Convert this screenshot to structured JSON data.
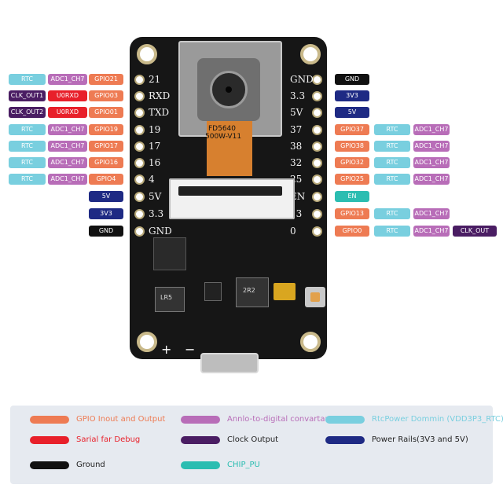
{
  "left_labels": [
    {
      "pin": "21",
      "tags": [
        "RTC",
        "ADC1_CH7",
        "GPIO21"
      ]
    },
    {
      "pin": "RXD",
      "tags": [
        "CLK_OUT1",
        "U0RXD",
        "GPIO03"
      ]
    },
    {
      "pin": "TXD",
      "tags": [
        "CLK_OUT2",
        "U0RXD",
        "GPIO01"
      ]
    },
    {
      "pin": "19",
      "tags": [
        "RTC",
        "ADC1_CH7",
        "GPIO19"
      ]
    },
    {
      "pin": "17",
      "tags": [
        "RTC",
        "ADC1_CH7",
        "GPIO17"
      ]
    },
    {
      "pin": "16",
      "tags": [
        "RTC",
        "ADC1_CH7",
        "GPIO16"
      ]
    },
    {
      "pin": "4",
      "tags": [
        "RTC",
        "ADC1_CH7",
        "GPIO4"
      ]
    },
    {
      "pin": "5V",
      "tags": [
        "5V"
      ]
    },
    {
      "pin": "3.3",
      "tags": [
        "3V3"
      ]
    },
    {
      "pin": "GND",
      "tags": [
        "GND"
      ]
    }
  ],
  "right_labels": [
    {
      "pin": "GND",
      "tags": [
        "GND"
      ]
    },
    {
      "pin": "3.3",
      "tags": [
        "3V3"
      ]
    },
    {
      "pin": "5V",
      "tags": [
        "5V"
      ]
    },
    {
      "pin": "37",
      "tags": [
        "GPIO37",
        "RTC",
        "ADC1_CH7"
      ]
    },
    {
      "pin": "38",
      "tags": [
        "GPIO38",
        "RTC",
        "ADC1_CH7"
      ]
    },
    {
      "pin": "32",
      "tags": [
        "GPIO32",
        "RTC",
        "ADC1_CH7"
      ]
    },
    {
      "pin": "25",
      "tags": [
        "GPIO25",
        "RTC",
        "ADC1_CH7"
      ]
    },
    {
      "pin": "EN",
      "tags": [
        "EN"
      ]
    },
    {
      "pin": "13",
      "tags": [
        "GPIO13",
        "RTC",
        "ADC1_CH7"
      ]
    },
    {
      "pin": "0",
      "tags": [
        "GPIO0",
        "RTC",
        "ADC1_CH7",
        "CLK_OUT"
      ]
    }
  ],
  "board": {
    "camera_marking_1": "FD5640",
    "camera_marking_2": "500W-V11",
    "plus_sign": "+",
    "minus_sign": "−",
    "chip_marking_1": "LR5",
    "chip_marking_2": "2R2"
  },
  "legend": [
    {
      "color": "#ee7b53",
      "text": "GPIO  Inout and Output",
      "text_color": "#ee7b53"
    },
    {
      "color": "#b86db8",
      "text": "Annlo-to-digital convartar",
      "text_color": "#b86db8"
    },
    {
      "color": "#79cfdf",
      "text": "RtcPower Dommin (VDD3P3_RTC)",
      "text_color": "#79cfdf"
    },
    {
      "color": "#e8202a",
      "text": "Sarial far Debug",
      "text_color": "#e8202a"
    },
    {
      "color": "#4a1d63",
      "text": "Clock Output",
      "text_color": "#222222"
    },
    {
      "color": "#1e2a84",
      "text": "Power Rails(3V3 and 5V)",
      "text_color": "#222222"
    },
    {
      "color": "#111111",
      "text": "Ground",
      "text_color": "#222222"
    },
    {
      "color": "#2bbdb1",
      "text": "CHIP_PU",
      "text_color": "#2bbdb1"
    }
  ]
}
